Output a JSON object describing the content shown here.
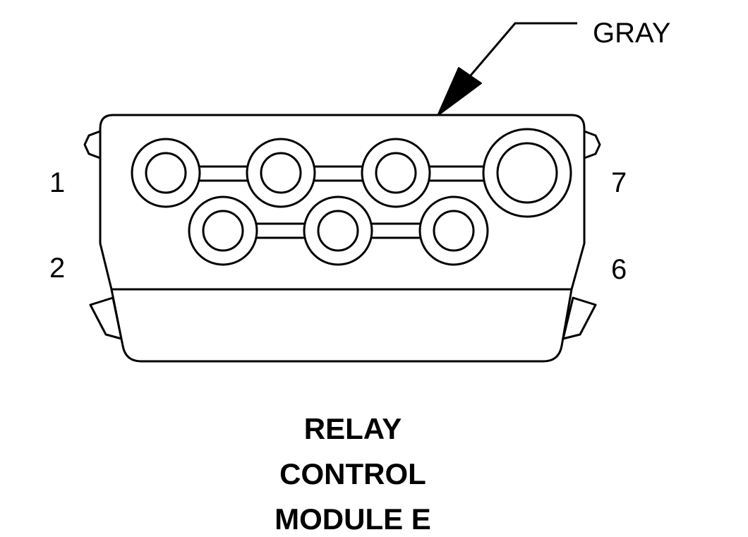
{
  "connector": {
    "color_callout": "GRAY",
    "pin_labels": {
      "top_left": "1",
      "bottom_left": "2",
      "top_right": "7",
      "bottom_right": "6"
    },
    "cavities_top_row": 4,
    "cavities_bottom_row": 3
  },
  "title": {
    "line1": "RELAY",
    "line2": "CONTROL",
    "line3": "MODULE E"
  },
  "colors": {
    "stroke": "#000000",
    "background": "#ffffff"
  }
}
